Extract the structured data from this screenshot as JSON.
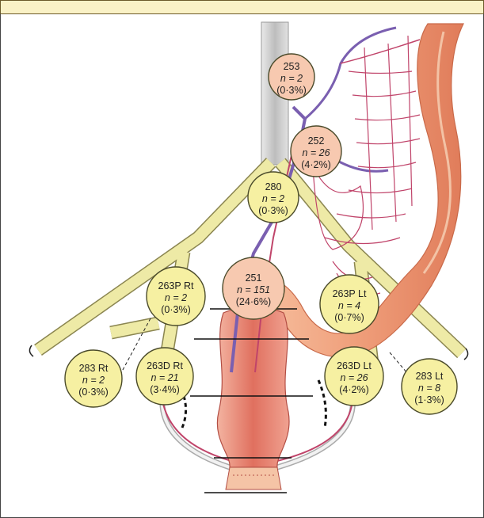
{
  "colors": {
    "banner": "#faf2c6",
    "yellow_node": "#f6f0a2",
    "peach_node": "#f7c9b0",
    "node_border": "#4a4a2a",
    "artery_yellow": "#eeeaa6",
    "artery_outline": "#8a8550",
    "vein_blue": "#7a5fb0",
    "vessel_pink": "#c0446a",
    "colon_fill": "#f0a37e",
    "colon_shade": "#d96f52",
    "rectum_fill": "#e8897a",
    "aorta_grey": "#cfcfcf"
  },
  "nodes": [
    {
      "id": "node-253",
      "kind": "peach",
      "station": "253",
      "n": "n = 2",
      "pct": "(0·3%)"
    },
    {
      "id": "node-252",
      "kind": "peach",
      "station": "252",
      "n": "n = 26",
      "pct": "(4·2%)"
    },
    {
      "id": "node-280",
      "kind": "yellow",
      "station": "280",
      "n": "n = 2",
      "pct": "(0·3%)"
    },
    {
      "id": "node-251",
      "kind": "peach",
      "station": "251",
      "n": "n = 151",
      "pct": "(24·6%)"
    },
    {
      "id": "node-263p-rt",
      "kind": "yellow",
      "station": "263P Rt",
      "n": "n = 2",
      "pct": "(0·3%)"
    },
    {
      "id": "node-263p-lt",
      "kind": "yellow",
      "station": "263P Lt",
      "n": "n = 4",
      "pct": "(0·7%)"
    },
    {
      "id": "node-263d-rt",
      "kind": "yellow",
      "station": "263D Rt",
      "n": "n = 21",
      "pct": "(3·4%)"
    },
    {
      "id": "node-263d-lt",
      "kind": "yellow",
      "station": "263D Lt",
      "n": "n = 26",
      "pct": "(4·2%)"
    },
    {
      "id": "node-283-rt",
      "kind": "yellow",
      "station": "283 Rt",
      "n": "n = 2",
      "pct": "(0·3%)"
    },
    {
      "id": "node-283-lt",
      "kind": "yellow",
      "station": "283 Lt",
      "n": "n = 8",
      "pct": "(1·3%)"
    }
  ]
}
